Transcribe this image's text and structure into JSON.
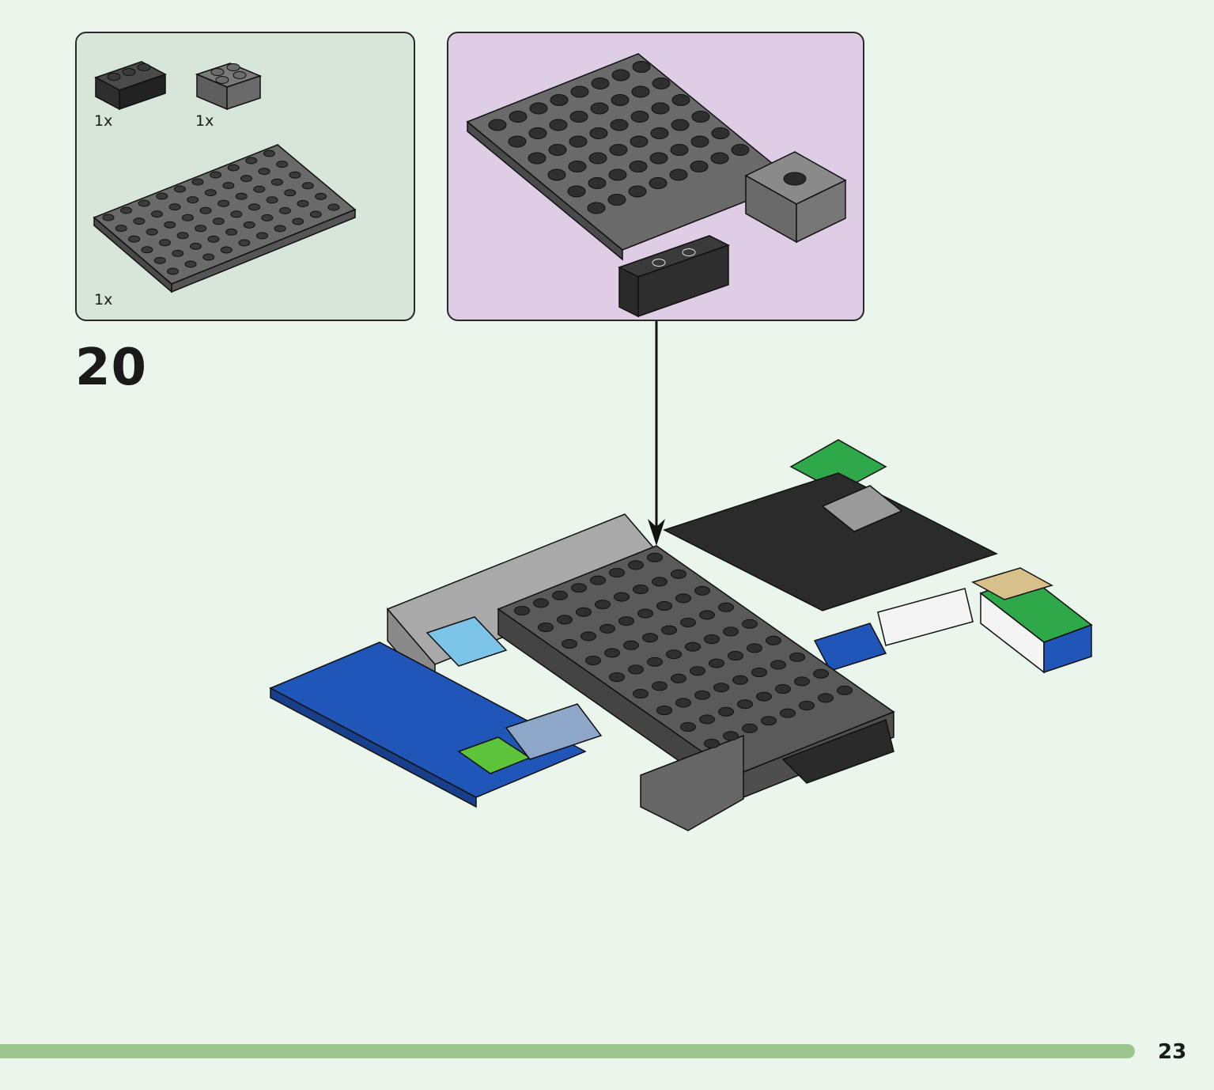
{
  "step": {
    "number": "20"
  },
  "parts_list": {
    "items": [
      {
        "part": "black-1x3-brick",
        "quantity": "1x"
      },
      {
        "part": "dark-gray-2x2-brick",
        "quantity": "1x"
      },
      {
        "part": "dark-gray-6x10-plate",
        "quantity": "1x"
      }
    ]
  },
  "page": {
    "number": "23"
  },
  "colors": {
    "background": "#eaf5ec",
    "parts_panel": "#d7e6d9",
    "sub_assembly_panel": "#dfcde6",
    "progress_bar": "#9cc68e",
    "dark_gray": "#5a5a5a",
    "black": "#2d2d2d",
    "blue": "#1f56b8",
    "green": "#2fa84a",
    "lime": "#5cc43a",
    "tan": "#d8c08a",
    "light_gray": "#a9a9a9"
  }
}
